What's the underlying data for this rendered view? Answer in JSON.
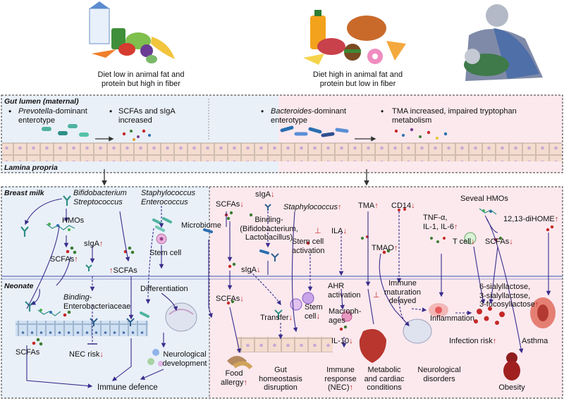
{
  "top": {
    "diet_low_fat": "Diet low in animal fat and\nprotein but high in fiber",
    "diet_high_fat": "Diet high in animal fat and\nprotein but low in fiber"
  },
  "gut": {
    "title": "Gut lumen (maternal)",
    "lamina": "Lamina propria",
    "prevotella_name": "Prevotella",
    "prevotella_rest": "-dominant",
    "prevotella_line2": "enterotype",
    "scfa_siga": "SCFAs and sIgA\nincreased",
    "bacteroides_name": "Bacteroides",
    "bacteroides_rest": "-dominant",
    "bacteroides_line2": "enterotype",
    "tma": "TMA increased, impaired tryptophan\nmetabolism"
  },
  "left": {
    "breast_milk": "Breast milk",
    "neonate": "Neonate",
    "bifido_strep": "Bifidobacterium\nStreptococcus",
    "staph_entero": "Staphylococcus\nEnterococcus",
    "hmos": "HMOs",
    "siga": "sIgA",
    "scfas_mid": "SCFAs",
    "scfas_right": "SCFAs",
    "stem_cell": "Stem cell",
    "differentiation": "Differentiation",
    "binding": "Binding",
    "binding_rest": "-\nEnterobacteriaceae",
    "scfas_low": "SCFAs",
    "nec_risk": "NEC risk",
    "neuro_dev": "Neurological\ndevelopment",
    "immune_defence": "Immune defence"
  },
  "right": {
    "scfas_top": "SCFAs",
    "microbiome": "Microbiome",
    "siga_top": "sIgA",
    "binding": "Binding-\n(Bifidobacterium,\nLactobacillus)",
    "staph": "Staphylococcus",
    "tma": "TMA",
    "cd14": "CD14",
    "seveal_hmos": "Seveal HMOs",
    "diHOME": "12,13-diHOME",
    "tnf": "TNF-α,\nIL-1, IL-6",
    "ila": "ILA",
    "stem_activation": "Stem cell\nactivation",
    "tmao": "TMAO",
    "t_cell": "T cell",
    "scfas_r": "SCFAs",
    "siga_mid": "sIgA",
    "scfas_mid": "SCFAs",
    "ahr": "AHR\nactivation",
    "immune_delayed": "Immune\nmaturation\ndelayed",
    "inflammation": "Inflammation",
    "sialyl": "6-sialyllactose,\n3-sialyllactose,\n3-fucosyllactose",
    "transfer": "Transfer",
    "stem_cell": "Stem\ncell",
    "macrophages": "Macroph-\nages",
    "il10": "IL-10",
    "infection_risk": "Infection risk",
    "asthma": "Asthma",
    "food_allergy": "Food\nallergy",
    "gut_homeo": "Gut\nhomeostasis\ndisruption",
    "immune_response": "Immune\nresponse\n(NEC)",
    "metabolic": "Metabolic\nand cardiac\nconditions",
    "neuro_disorders": "Neurological\ndisorders",
    "obesity": "Obesity"
  },
  "arrows": {
    "up": "↑",
    "down": "↓",
    "perp": "⊥"
  },
  "colors": {
    "left_bg": "#e9f0f8",
    "right_bg": "#fbe9ee",
    "red": "#c62828",
    "cell_fill": "#f3d9cc",
    "purple": "#3a2d8c"
  }
}
